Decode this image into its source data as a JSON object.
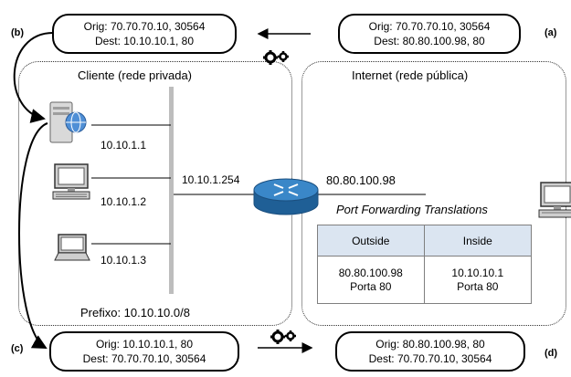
{
  "top_left_box": {
    "line1": "Orig: 70.70.70.10, 30564",
    "line2": "Dest: 10.10.10.1, 80"
  },
  "top_right_box": {
    "line1": "Orig: 70.70.70.10, 30564",
    "line2": "Dest: 80.80.100.98, 80"
  },
  "bottom_left_box": {
    "line1": "Orig: 10.10.10.1, 80",
    "line2": "Dest: 70.70.70.10, 30564"
  },
  "bottom_right_box": {
    "line1": "Orig: 80.80.100.98, 80",
    "line2": "Dest: 70.70.70.10, 30564"
  },
  "tags": {
    "a": "(a)",
    "b": "(b)",
    "c": "(c)",
    "d": "(d)"
  },
  "client_region": {
    "title": "Cliente (rede privada)",
    "prefix": "Prefixo: 10.10.10.0/8"
  },
  "internet_region": {
    "title": "Internet (rede pública)"
  },
  "hosts": [
    {
      "ip": "10.10.1.1"
    },
    {
      "ip": "10.10.1.2"
    },
    {
      "ip": "10.10.1.3"
    }
  ],
  "router": {
    "inside_ip": "10.10.1.254",
    "outside_ip": "80.80.100.98"
  },
  "port_forwarding": {
    "title": "Port Forwarding Translations",
    "headers": [
      "Outside",
      "Inside"
    ],
    "row": {
      "outside_ip": "80.80.100.98",
      "outside_port": "Porta 80",
      "inside_ip": "10.10.10.1",
      "inside_port": "Porta 80"
    }
  },
  "icons": [
    "server-globe-icon",
    "desktop-icon",
    "laptop-icon",
    "router-icon",
    "remote-desktop-icon",
    "gears-icon"
  ],
  "colors": {
    "table_header": "#dbe5f1",
    "router": "#2f77b5"
  }
}
